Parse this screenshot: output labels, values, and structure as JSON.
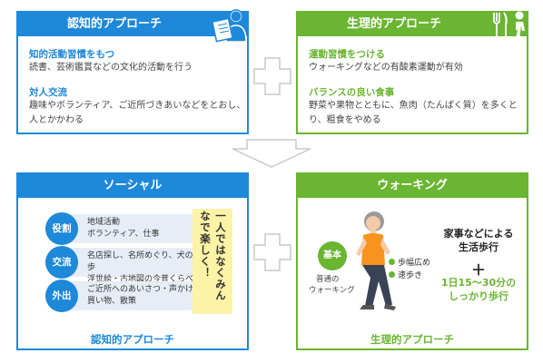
{
  "top_left": {
    "title": "認知的アプローチ",
    "item1_heading": "知的活動習慣をもつ",
    "item1_body": "読書、芸術鑑賞などの文化的活動を行う",
    "item2_heading": "対人交流",
    "item2_body_line1": "趣味やボランティア、ご近所づきあいなどをとおし、",
    "item2_body_line2": "人とかかわる"
  },
  "top_right": {
    "title": "生理的アプローチ",
    "item1_heading": "運動習慣をつける",
    "item1_body": "ウォーキングなどの有酸素運動が有効",
    "item2_heading": "バランスの良い食事",
    "item2_body_line1": "野菜や果物とともに、魚肉（たんぱく質）を多くとり、粗食をやめる"
  },
  "bottom_left": {
    "title": "ソーシャル",
    "rows": [
      {
        "badge": "役割",
        "line1": "地域活動",
        "line2": "ボランティア、仕事"
      },
      {
        "badge": "交流",
        "line1": "名店探し、名所めぐり、犬の散歩",
        "line2": "浮世絵・古地図の今昔くらべ"
      },
      {
        "badge": "外出",
        "line1": "ご近所へのあいさつ・声かけ",
        "line2": "買い物、散策"
      }
    ],
    "callout": "一人ではなくみんなで楽しく！",
    "footer": "認知的アプローチ"
  },
  "bottom_right": {
    "title": "ウォーキング",
    "base_badge": "基本",
    "base_caption_line1": "普通の",
    "base_caption_line2": "ウォーキング",
    "tip1": "歩幅広め",
    "tip2": "速歩き",
    "right_text_line1": "家事などによる",
    "right_text_line2": "生活歩行",
    "plus_sign": "＋",
    "right_bottom_line1": "1日15～30分の",
    "right_bottom_line2": "しっかり歩行",
    "footer": "生理的アプローチ"
  },
  "colors": {
    "blue": "#1e88d9",
    "green": "#6ab531",
    "yellow": "#fdf3a6",
    "orange": "#f7931e"
  }
}
